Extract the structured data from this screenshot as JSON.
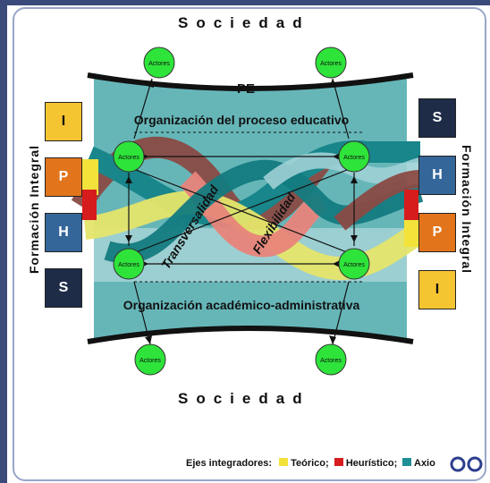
{
  "top_society": "Sociedad",
  "bottom_society": "Sociedad",
  "left_label": "Formación Integral",
  "right_label": "Formación Integral",
  "pe_label": "PE",
  "upper_org": "Organización del proceso educativo",
  "lower_org": "Organización académico-administrativa",
  "transversal": "Transversalidad",
  "flex": "Flexibilidad",
  "actor_label": "Actores",
  "left_boxes": [
    {
      "letter": "I",
      "color": "#f5c431"
    },
    {
      "letter": "P",
      "color": "#e2751b"
    },
    {
      "letter": "H",
      "color": "#34669a"
    },
    {
      "letter": "S",
      "color": "#1e2c48"
    }
  ],
  "right_boxes": [
    {
      "letter": "S",
      "color": "#1e2c48"
    },
    {
      "letter": "H",
      "color": "#34669a"
    },
    {
      "letter": "P",
      "color": "#e2751b"
    },
    {
      "letter": "I",
      "color": "#f5c431"
    }
  ],
  "legend": {
    "title": "Ejes integradores:",
    "items": [
      {
        "label": "Teórico;",
        "color": "#f2e23a"
      },
      {
        "label": "Heurístico;",
        "color": "#d61c1c"
      },
      {
        "label": "Axio",
        "color": "#1f8f95"
      }
    ]
  },
  "colors": {
    "tube": "#4ba9ac",
    "band_teal": "#18868b",
    "band_brown": "#8a4b45",
    "band_yellow": "#e5e56a",
    "band_pink": "#e8847a",
    "actor_fill": "#2ee33a"
  }
}
